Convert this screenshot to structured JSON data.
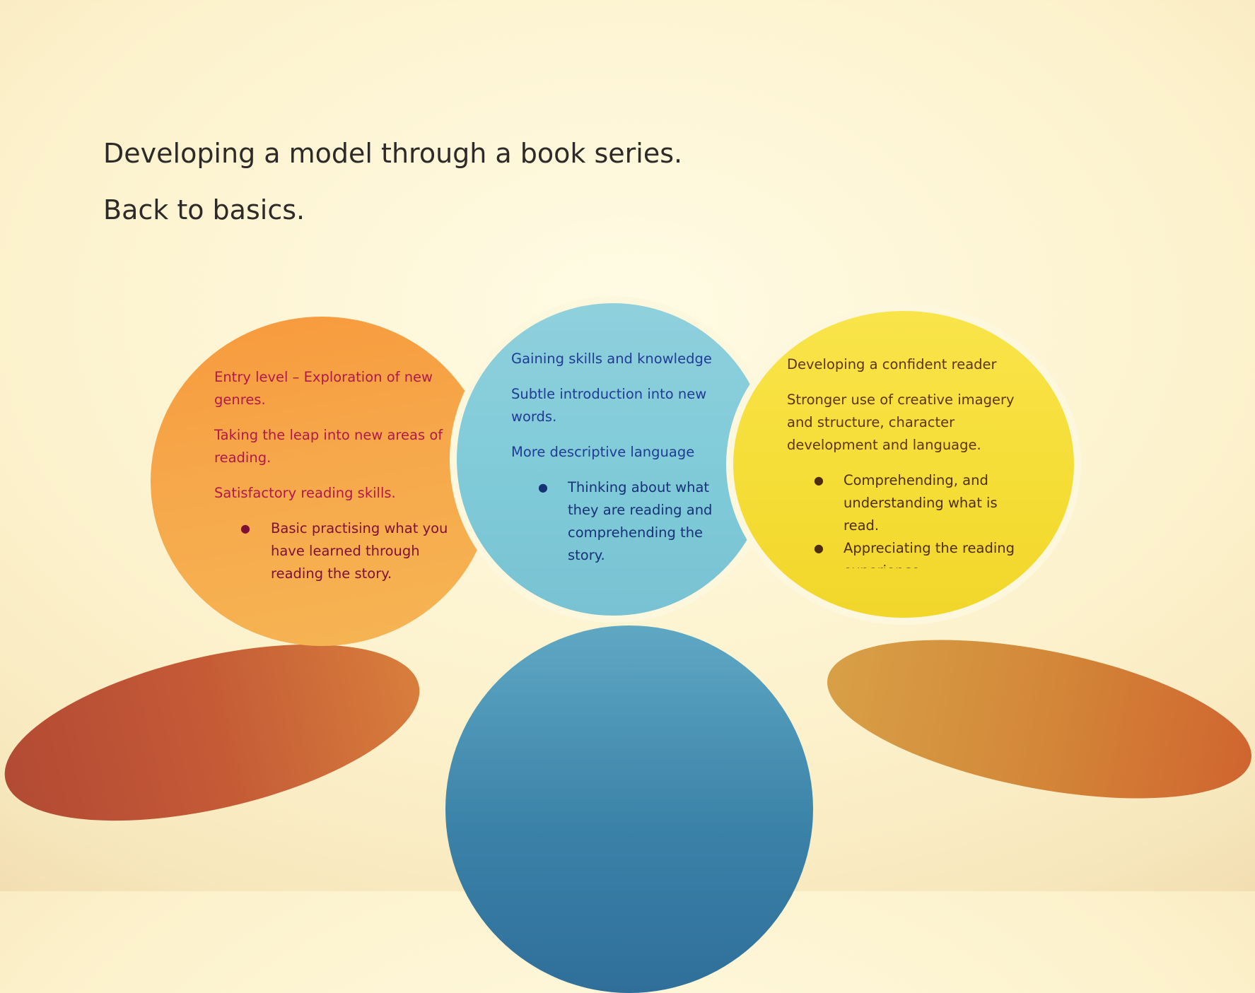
{
  "header": {
    "title": "Developing a model through a book series.",
    "subtitle": "Back to basics."
  },
  "colors": {
    "left_circle": "#f6a84a",
    "center_circle": "#7fcad8",
    "right_circle": "#f5dd35",
    "left_shadow": "#c45a36",
    "center_shadow": "#3b82a8",
    "right_shadow": "#d38839"
  },
  "left": {
    "paragraphs": [
      "Entry level – Exploration of new genres.",
      "Taking the leap into new areas of reading.",
      "Satisfactory reading skills."
    ],
    "bullets": [
      "Basic practising what you have learned through reading the story."
    ]
  },
  "center": {
    "paragraphs": [
      "Gaining skills and knowledge",
      "Subtle introduction into new words.",
      "More descriptive language"
    ],
    "bullets": [
      "Thinking about what they are reading and comprehending the story."
    ]
  },
  "right": {
    "paragraphs": [
      "Developing a confident reader",
      "Stronger use of creative imagery and structure, character development and language."
    ],
    "bullets": [
      "Comprehending, and understanding what is read.",
      "Appreciating the reading experience."
    ]
  }
}
